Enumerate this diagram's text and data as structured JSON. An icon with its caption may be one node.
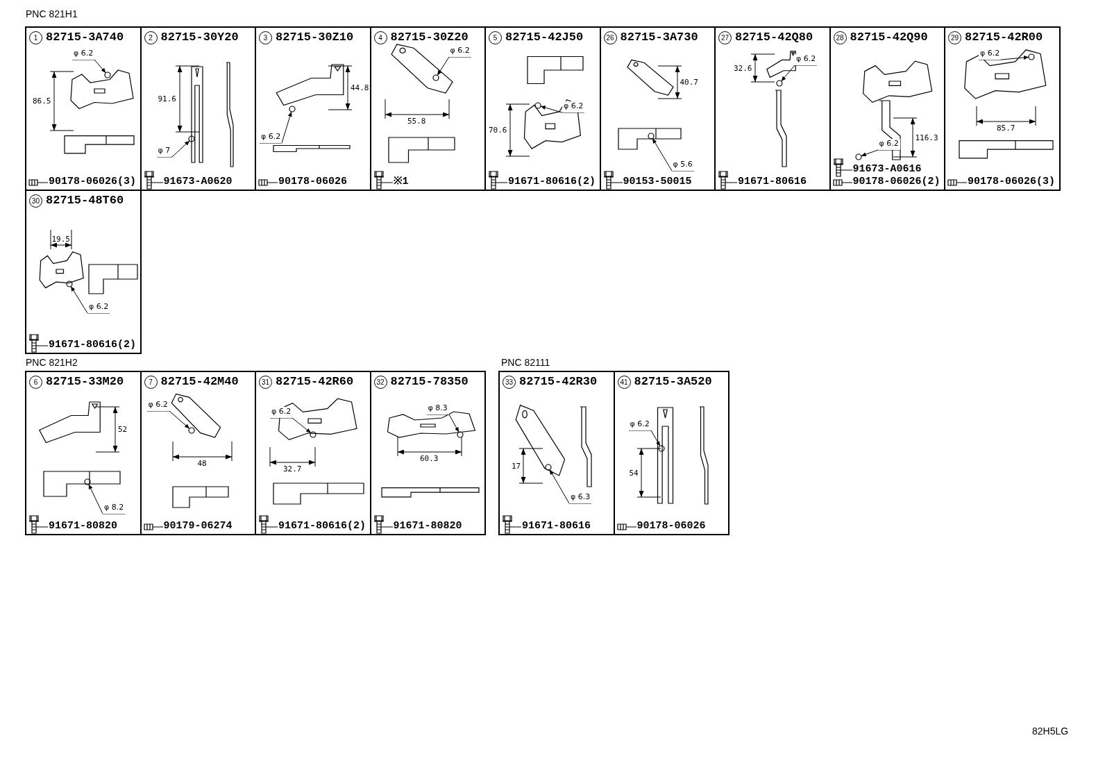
{
  "diagram": {
    "nodes": [
      {
        "text": [
          "1",
          "82715-3A740",
          "86.5",
          "90178-06026(3)"
        ]
      },
      {
        "text": [
          "φ 6.2"
        ],
        "in": 0
      },
      {
        "text": [
          "2",
          "82715-30Y20",
          "91.6",
          "91673-A0620"
        ]
      },
      {
        "text": [
          "φ 7"
        ],
        "in": 2
      },
      {
        "text": [
          "3",
          "82715-30Z10",
          "44.8",
          "90178-06026"
        ]
      },
      {
        "text": [
          "φ 6.2"
        ],
        "in": 4
      },
      {
        "text": [
          "4",
          "82715-30Z20",
          "55.8",
          "※1"
        ]
      },
      {
        "text": [
          "φ 6.2"
        ],
        "in": 6
      },
      {
        "text": [
          "5",
          "82715-42J50",
          "70.6",
          "91671-80616(2)"
        ]
      },
      {
        "text": [
          "φ 6.2"
        ],
        "in": 8
      },
      {
        "text": [
          "26",
          "82715-3A730",
          "40.7",
          "90153-50015"
        ]
      },
      {
        "text": [
          "φ 5.6"
        ],
        "in": 10
      },
      {
        "text": [
          "27",
          "82715-42Q80",
          "32.6",
          "91671-80616"
        ]
      },
      {
        "text": [
          "φ 6.2"
        ],
        "in": 12
      },
      {
        "text": [
          "28",
          "82715-42Q90",
          "116.3",
          "91673-A0616",
          "90178-06026(2)"
        ]
      },
      {
        "text": [
          "φ 6.2"
        ],
        "in": 14
      },
      {
        "text": [
          "29",
          "82715-42R00",
          "85.7",
          "90178-06026(3)"
        ]
      },
      {
        "text": [
          "φ 6.2"
        ],
        "in": 16
      },
      {
        "text": [
          "30",
          "82715-48T60",
          "19.5",
          "91671-80616(2)"
        ]
      },
      {
        "text": [
          "φ 6.2"
        ],
        "in": 18
      },
      {
        "text": [
          "6",
          "82715-33M20",
          "52",
          "91671-80820"
        ]
      },
      {
        "text": [
          "φ 8.2"
        ],
        "in": 20
      },
      {
        "text": [
          "7",
          "82715-42M40",
          "48",
          "90179-06274"
        ]
      },
      {
        "text": [
          "φ 6.2"
        ],
        "in": 22
      },
      {
        "text": [
          "31",
          "82715-42R60",
          "32.7",
          "91671-80616(2)"
        ]
      },
      {
        "text": [
          "φ 6.2"
        ],
        "in": 24
      },
      {
        "text": [
          "32",
          "82715-78350",
          "60.3",
          "91671-80820"
        ]
      },
      {
        "text": [
          "φ 8.3"
        ],
        "in": 26
      },
      {
        "text": [
          "33",
          "82715-42R30",
          "17",
          "91671-80616"
        ]
      },
      {
        "text": [
          "φ 6.3"
        ],
        "in": 28
      },
      {
        "text": [
          "41",
          "82715-3A520",
          "54",
          "90178-06026"
        ]
      },
      {
        "text": [
          "φ 6.2"
        ],
        "in": 30
      }
    ],
    "edges": [
      {
        "from": 1,
        "to": null,
        "arrow": "to"
      },
      {
        "from": 3,
        "to": null,
        "arrow": "to"
      },
      {
        "from": 5,
        "to": null,
        "arrow": "to"
      },
      {
        "from": 7,
        "to": null,
        "arrow": "to"
      },
      {
        "from": 9,
        "to": null,
        "arrow": "to"
      },
      {
        "from": 11,
        "to": null,
        "arrow": "to"
      },
      {
        "from": 13,
        "to": null,
        "arrow": "to"
      },
      {
        "from": 15,
        "to": null,
        "arrow": "to"
      },
      {
        "from": 17,
        "to": null,
        "arrow": "to"
      },
      {
        "from": 19,
        "to": null,
        "arrow": "to"
      },
      {
        "from": 21,
        "to": null,
        "arrow": "to"
      },
      {
        "from": 23,
        "to": null,
        "arrow": "to"
      },
      {
        "from": 25,
        "to": null,
        "arrow": "to"
      },
      {
        "from": 27,
        "to": null,
        "arrow": "to"
      },
      {
        "from": 29,
        "to": null,
        "arrow": "to"
      },
      {
        "from": 31,
        "to": null,
        "arrow": "to"
      }
    ],
    "labels": [
      "PNC 821H1",
      "PNC 821H2",
      "PNC 82111",
      "82H5LG"
    ]
  }
}
